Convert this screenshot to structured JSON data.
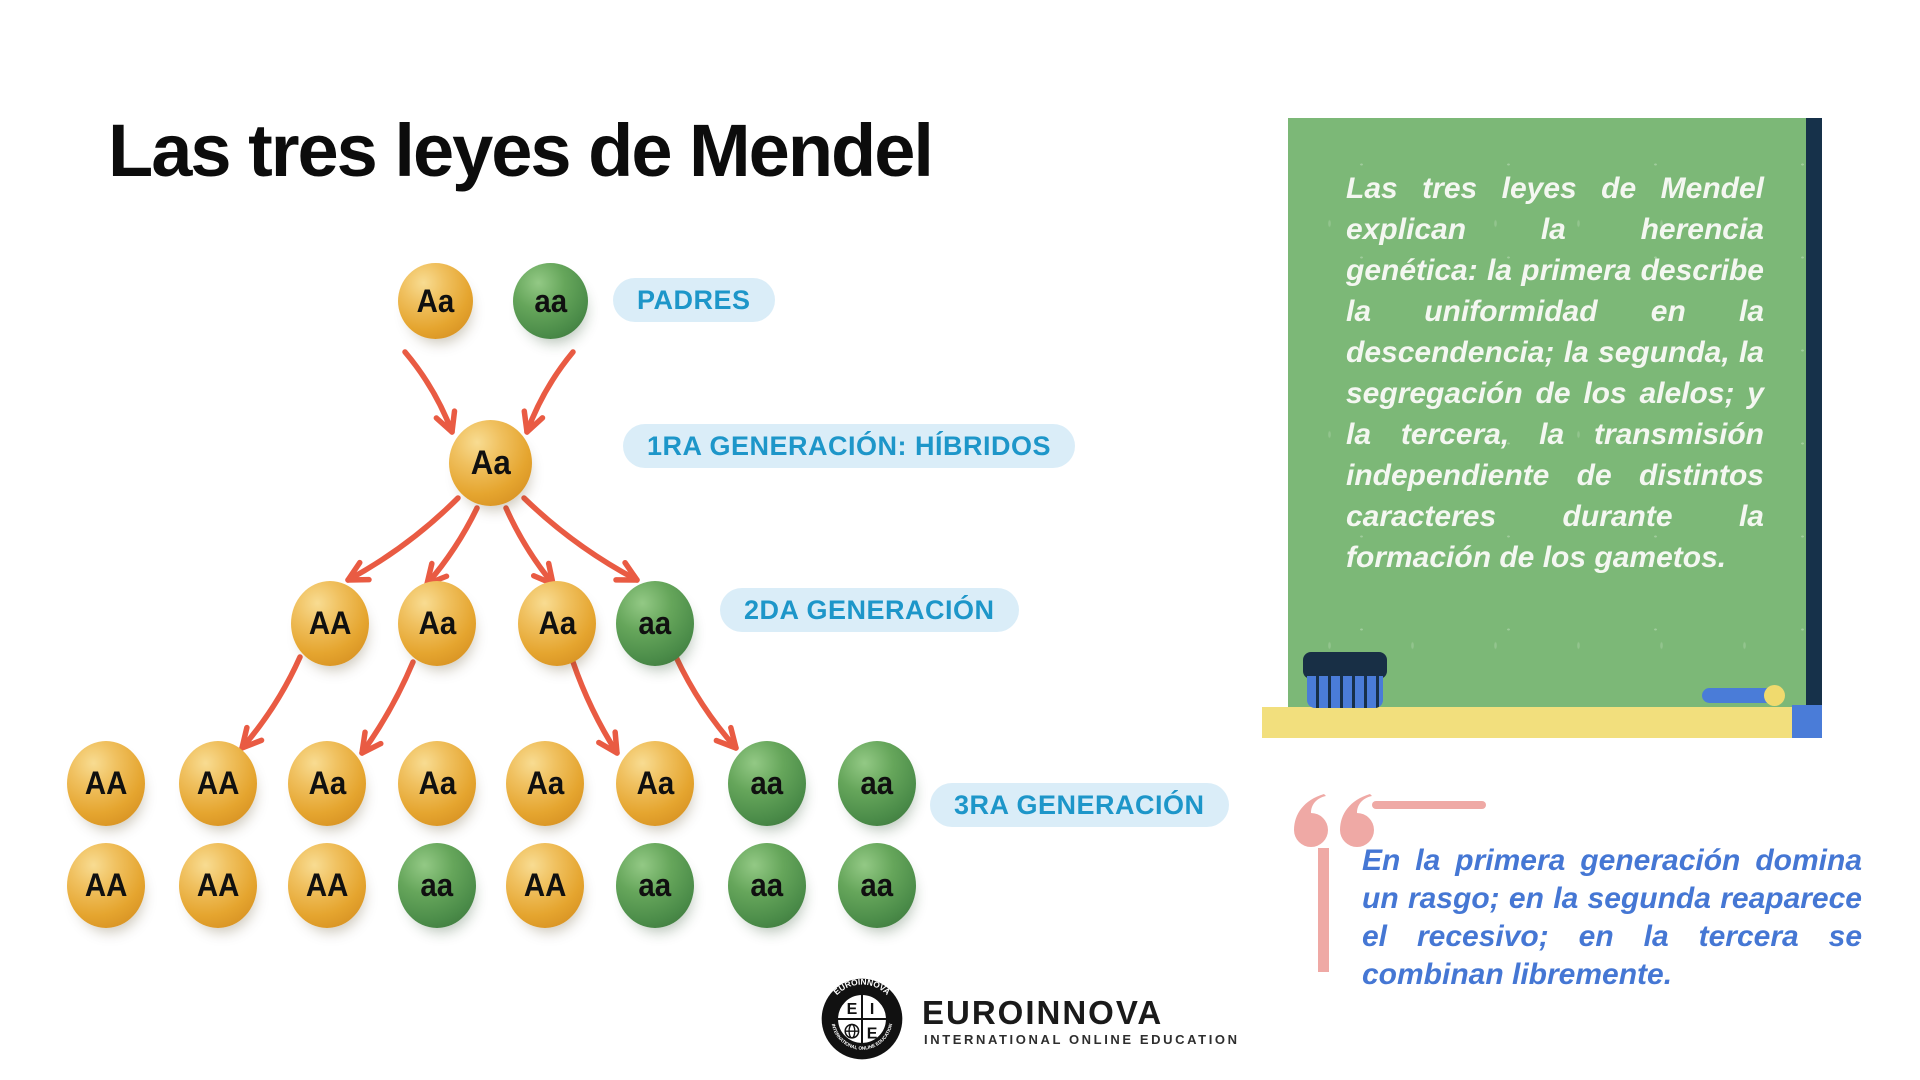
{
  "title": "Las tres leyes de Mendel",
  "diagram": {
    "labels": {
      "parents": "PADRES",
      "gen1": "1RA GENERACIÓN: HÍBRIDOS",
      "gen2": "2DA GENERACIÓN",
      "gen3": "3RA GENERACIÓN"
    },
    "parents": [
      {
        "text": "Aa",
        "color": "yellow"
      },
      {
        "text": "aa",
        "color": "green"
      }
    ],
    "gen1": [
      {
        "text": "Aa",
        "color": "yellow"
      }
    ],
    "gen2": [
      {
        "text": "AA",
        "color": "yellow"
      },
      {
        "text": "Aa",
        "color": "yellow"
      },
      {
        "text": "Aa",
        "color": "yellow"
      },
      {
        "text": "aa",
        "color": "green"
      }
    ],
    "gen3_row1": [
      {
        "text": "AA",
        "color": "yellow"
      },
      {
        "text": "AA",
        "color": "yellow"
      },
      {
        "text": "Aa",
        "color": "yellow"
      },
      {
        "text": "Aa",
        "color": "yellow"
      },
      {
        "text": "Aa",
        "color": "yellow"
      },
      {
        "text": "Aa",
        "color": "yellow"
      },
      {
        "text": "aa",
        "color": "green"
      },
      {
        "text": "aa",
        "color": "green"
      }
    ],
    "gen3_row2": [
      {
        "text": "AA",
        "color": "yellow"
      },
      {
        "text": "AA",
        "color": "yellow"
      },
      {
        "text": "AA",
        "color": "yellow"
      },
      {
        "text": "aa",
        "color": "green"
      },
      {
        "text": "AA",
        "color": "yellow"
      },
      {
        "text": "aa",
        "color": "green"
      },
      {
        "text": "aa",
        "color": "green"
      },
      {
        "text": "aa",
        "color": "green"
      }
    ]
  },
  "chalkboard": {
    "text": "Las tres leyes de Mendel explican la herencia genética: la primera describe la uniformidad en la descendencia; la segunda, la segregación de los alelos; y la tercera, la transmisión independiente de distintos caracteres durante la formación de los gametos."
  },
  "quote": {
    "text": "En la primera generación domina un rasgo; en la segunda reaparece el recesivo; en la tercera se combinan libremente."
  },
  "logo": {
    "wordmark": "EUROINNOVA",
    "tagline": "INTERNATIONAL ONLINE EDUCATION",
    "seal_top": "EUROINNOVA",
    "seal_bottom": "INTERNATIONAL ONLINE EDUCATION",
    "seal_q1": "E",
    "seal_q2": "I",
    "seal_q4": "E"
  },
  "colors": {
    "accent_blue": "#1D96C9",
    "pill_bg": "#DAEDF8",
    "arrow_coral": "#E95B43",
    "board_green": "#7CB877",
    "board_navy": "#16314A",
    "tray_yellow": "#F2DF7D",
    "chalk_blue": "#4A7CD8",
    "quote_pink": "#EFA9A5",
    "quote_text_blue": "#4577D4",
    "sphere_yellow": "#E8A62E",
    "sphere_green": "#4E9748"
  }
}
